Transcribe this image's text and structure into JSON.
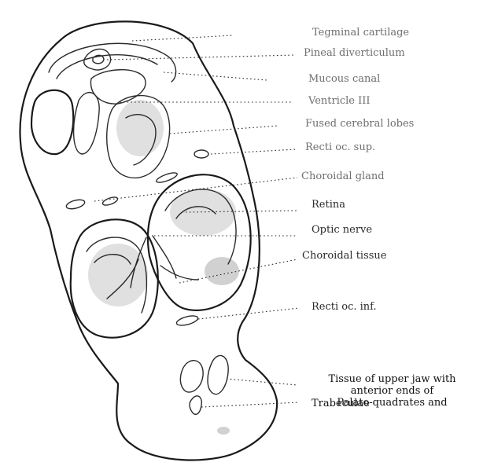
{
  "labels": {
    "tegminal_cartilage": "Tegminal cartilage",
    "pineal_diverticulum": "Pineal diverticulum",
    "mucous_canal": "Mucous canal",
    "ventricle_iii": "Ventricle III",
    "fused_cerebral_lobes": "Fused cerebral lobes",
    "recti_oc_sup": "Recti oc. sup.",
    "choroidal_gland": "Choroidal gland",
    "retina": "Retina",
    "optic_nerve": "Optic nerve",
    "choroidal_tissue": "Choroidal tissue",
    "recti_oc_inf": "Recti oc. inf.",
    "upper_jaw_line1": "Tissue of upper jaw with",
    "upper_jaw_line2": "anterior ends of",
    "palato_quadrates": "Palato-quadrates and",
    "trabeculae": "Trabeculae"
  }
}
